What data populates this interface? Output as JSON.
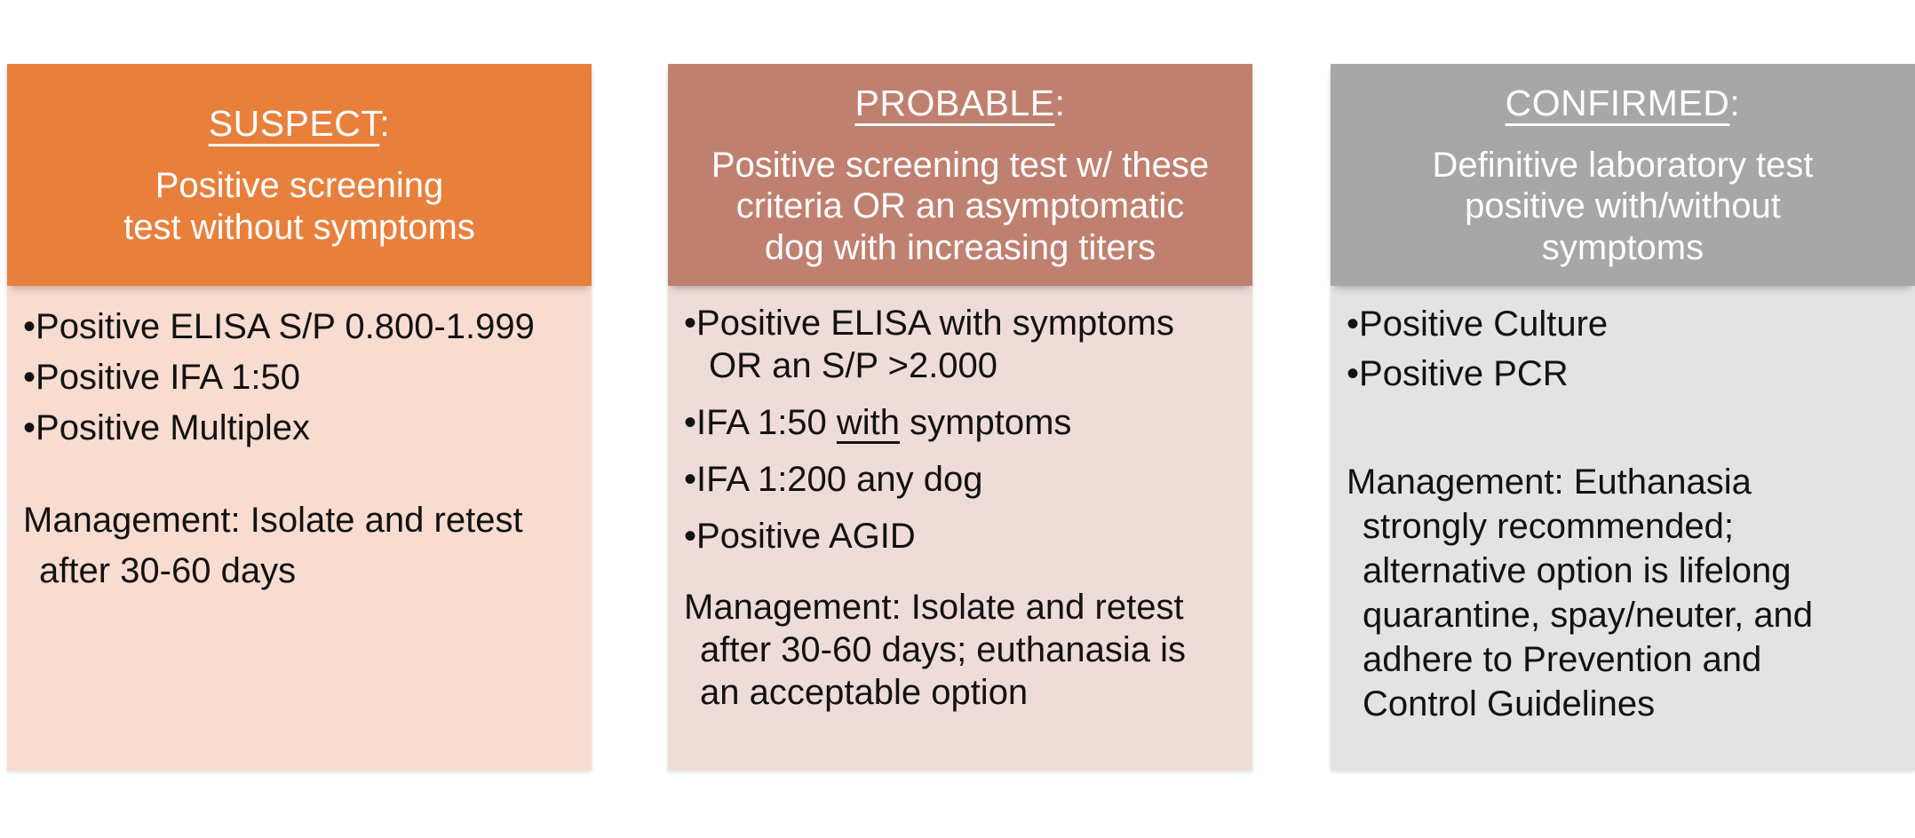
{
  "page": {
    "background": "#FFFFFF",
    "header_text_color": "#FFFFFF",
    "body_text_color": "#121212"
  },
  "columns": [
    {
      "id": "suspect",
      "title": "SUSPECT",
      "title_suffix": ":",
      "subtitle": "Positive screening\ntest without symptoms",
      "header_bg": "#E8803C",
      "body_bg": "#F8DCD0",
      "bullets": [
        {
          "pre": "Positive ELISA S/P 0.800-1.999"
        },
        {
          "pre": "Positive IFA 1:50"
        },
        {
          "pre": "Positive Multiplex"
        }
      ],
      "management": "Management: Isolate and retest\nafter 30-60 days"
    },
    {
      "id": "probable",
      "title": "PROBABLE",
      "title_suffix": ":",
      "subtitle": "Positive screening test w/ these\ncriteria OR an asymptomatic\ndog with increasing titers",
      "header_bg": "#C08070",
      "body_bg": "#EEDCD8",
      "bullets": [
        {
          "pre": "Positive ELISA with symptoms\nOR an S/P >2.000"
        },
        {
          "pre": "IFA 1:50 ",
          "underlined": "with",
          "post": " symptoms"
        },
        {
          "pre": "IFA 1:200 any dog"
        },
        {
          "pre": "Positive AGID"
        }
      ],
      "management": "Management: Isolate and retest\nafter 30-60 days; euthanasia is\nan acceptable option"
    },
    {
      "id": "confirmed",
      "title": "CONFIRMED",
      "title_suffix": ":",
      "subtitle": "Definitive laboratory test\npositive with/without\nsymptoms",
      "header_bg": "#A7A7A7",
      "body_bg": "#E4E3E3",
      "bullets": [
        {
          "pre": "Positive Culture"
        },
        {
          "pre": "Positive PCR"
        }
      ],
      "management": "Management: Euthanasia\nstrongly recommended;\nalternative option is lifelong\nquarantine, spay/neuter, and\nadhere to Prevention and\nControl Guidelines"
    }
  ]
}
